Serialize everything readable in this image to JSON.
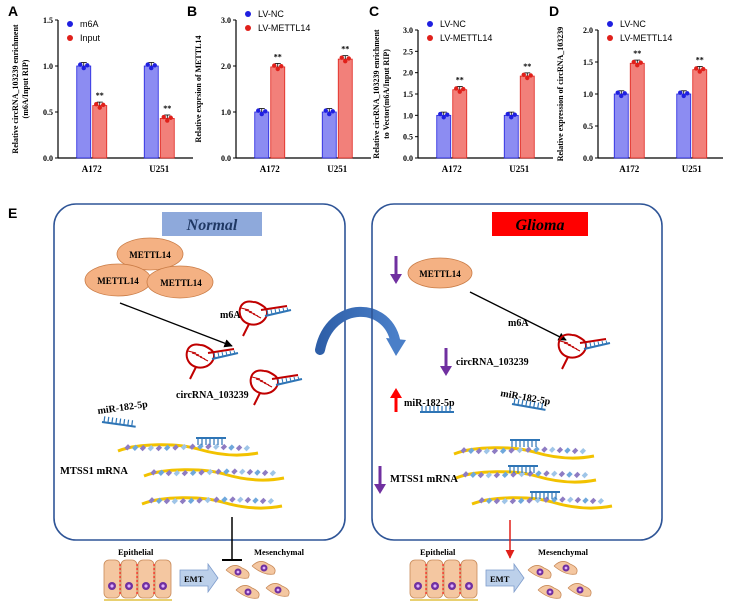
{
  "figure": {
    "panel_letters": [
      "A",
      "B",
      "C",
      "D",
      "E"
    ]
  },
  "colors": {
    "blue_series": "#8c8cf2",
    "blue_edge": "#1f1fe0",
    "red_series": "#f2807a",
    "red_edge": "#e0201a",
    "methyl": "#f4b183",
    "box_border": "#2f5597",
    "normal_label_bg": "#8ea9db",
    "glioma_label_bg": "#ff0000",
    "down_arrow": "#7030a0",
    "up_arrow": "#ff0000",
    "rna_red": "#c00000",
    "rna_blue": "#2e75b6"
  },
  "chart_data": [
    {
      "id": "A",
      "type": "bar",
      "ylabel": "Relative circRNA_103239 enrichment\n(m6A/Input RIP)",
      "categories": [
        "A172",
        "U251"
      ],
      "ylim": [
        0,
        1.5
      ],
      "yticks": [
        "0.0",
        "0.5",
        "1.0",
        "1.5"
      ],
      "series": [
        {
          "name": "m6A",
          "values": [
            1.0,
            1.0
          ]
        },
        {
          "name": "Input",
          "values": [
            0.57,
            0.43
          ]
        }
      ],
      "annotations": [
        "",
        "**",
        "",
        "**"
      ]
    },
    {
      "id": "B",
      "type": "bar",
      "ylabel": "Relative exprsion of METTL14",
      "categories": [
        "A172",
        "U251"
      ],
      "ylim": [
        0,
        3.0
      ],
      "yticks": [
        "0.0",
        "1.0",
        "2.0",
        "3.0"
      ],
      "series": [
        {
          "name": "LV-NC",
          "values": [
            1.0,
            1.0
          ]
        },
        {
          "name": "LV-METTL14",
          "values": [
            1.98,
            2.15
          ]
        }
      ],
      "annotations": [
        "",
        "**",
        "",
        "**"
      ]
    },
    {
      "id": "C",
      "type": "bar",
      "ylabel": "Relative circRNA_103239 enrichment\nto Vector(m6A/Input RIP)",
      "categories": [
        "A172",
        "U251"
      ],
      "ylim": [
        0,
        3.0
      ],
      "yticks": [
        "0.0",
        "0.5",
        "1.0",
        "1.5",
        "2.0",
        "2.5",
        "3.0"
      ],
      "series": [
        {
          "name": "LV-NC",
          "values": [
            1.0,
            1.0
          ]
        },
        {
          "name": "LV-METTL14",
          "values": [
            1.6,
            1.92
          ]
        }
      ],
      "annotations": [
        "",
        "**",
        "",
        "**"
      ]
    },
    {
      "id": "D",
      "type": "bar",
      "ylabel": "Relative expression of circRNA_103239",
      "categories": [
        "A172",
        "U251"
      ],
      "ylim": [
        0,
        2.0
      ],
      "yticks": [
        "0.0",
        "0.5",
        "1.0",
        "1.5",
        "2.0"
      ],
      "series": [
        {
          "name": "LV-NC",
          "values": [
            1.0,
            1.0
          ]
        },
        {
          "name": "LV-METTL14",
          "values": [
            1.48,
            1.38
          ]
        }
      ],
      "annotations": [
        "",
        "**",
        "",
        "**"
      ]
    }
  ],
  "diagram": {
    "normal": {
      "title": "Normal",
      "enzyme": [
        "METTL14",
        "METTL14",
        "METTL14"
      ],
      "m6a": "m6A",
      "circrna": "circRNA_103239",
      "mirna": "miR-182-5p",
      "mrna": "MTSS1 mRNA",
      "epithelial": "Epithelial",
      "emt": "EMT",
      "mesenchymal": "Mesenchymal"
    },
    "glioma": {
      "title": "Glioma",
      "enzyme": "METTL14",
      "m6a": "m6A",
      "circrna": "circRNA_103239",
      "mirna": [
        "miR-182-5p",
        "miR-182-5p"
      ],
      "mrna": "MTSS1 mRNA",
      "epithelial": "Epithelial",
      "emt": "EMT",
      "mesenchymal": "Mesenchymal"
    }
  }
}
